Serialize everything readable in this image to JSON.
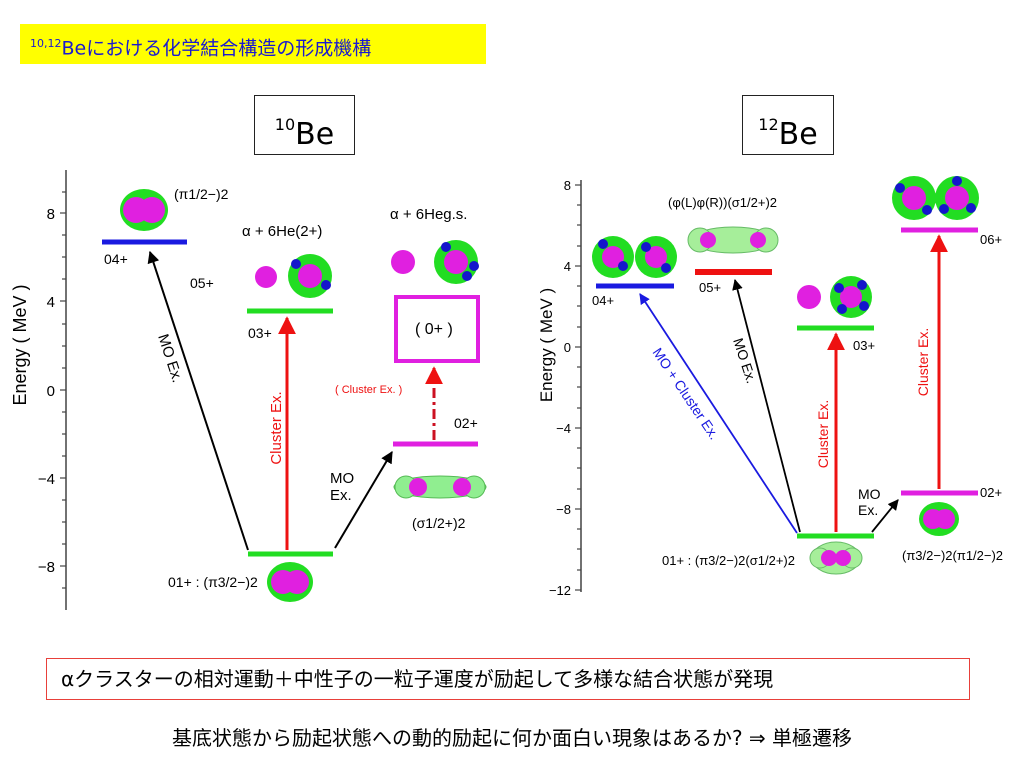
{
  "title": {
    "sup": "10,12",
    "text": "Beにおける化学結合構造の形成機構"
  },
  "nuclei": {
    "left": {
      "mass": "10",
      "symbol": "Be"
    },
    "right": {
      "mass": "12",
      "symbol": "Be"
    }
  },
  "left_panel": {
    "axis_label": "Energy ( MeV )",
    "ticks": [
      "8",
      "4",
      "0",
      "−4",
      "−8"
    ],
    "level_04": "04+",
    "level_05": "05+",
    "level_03": "03+",
    "level_02": "02+",
    "level_0p": "( 0+ )",
    "ground": "01+ : (π3/2−)2",
    "config_top": "(π1/2−)2",
    "alpha_he_excited": "α + 6He(2+)",
    "alpha_he_gs": "α + 6Heg.s.",
    "sigma": "(σ1/2+)2",
    "mo_ex": "MO Ex.",
    "cluster_ex": "Cluster Ex.",
    "cluster_ex_paren": "( Cluster Ex. )",
    "mo_short_1": "MO",
    "mo_short_2": "Ex."
  },
  "right_panel": {
    "axis_label": "Energy ( MeV )",
    "ticks": [
      "8",
      "4",
      "0",
      "−4",
      "−8",
      "−12"
    ],
    "level_04": "04+",
    "level_05": "05+",
    "level_03": "03+",
    "level_06": "06+",
    "level_02": "02+",
    "ground": "01+ : (π3/2−)2(σ1/2+)2",
    "config_05": "(φ(L)φ(R))(σ1/2+)2",
    "config_02": "(π3/2−)2(π1/2−)2",
    "mo_cluster_ex": "MO + Cluster Ex.",
    "mo_ex": "MO Ex.",
    "cluster_ex": "Cluster Ex.",
    "mo_short_1": "MO",
    "mo_short_2": "Ex."
  },
  "summary": "αクラスターの相対運動＋中性子の一粒子運度が励起して多様な結合状態が発現",
  "question": "基底状態から励起状態への動的励起に何か面白い現象はあるか? ⇒ 単極遷移",
  "colors": {
    "banner": "#ffff00",
    "title_text": "#1a1ad0",
    "level_green": "#22dd22",
    "level_blue": "#1a1ae0",
    "level_magenta": "#e020e0",
    "level_red": "#ee1111",
    "neutron": "#1515cc",
    "summary_border": "#e8403a"
  }
}
